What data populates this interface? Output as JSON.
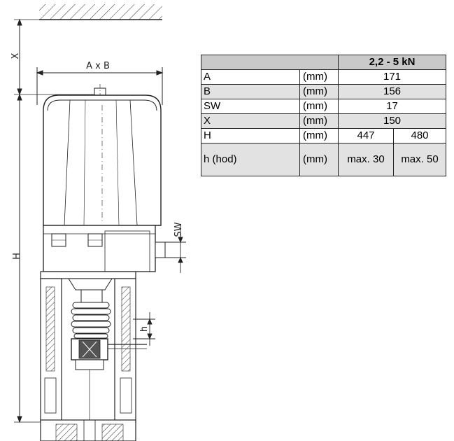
{
  "drawing": {
    "labels": {
      "x": "X",
      "ab": "A x B",
      "h_total": "H",
      "sw": "SW",
      "h_stroke": "h"
    }
  },
  "table": {
    "header": "2,2 - 5 kN",
    "rows": [
      {
        "name": "A",
        "unit": "(mm)",
        "value": "171"
      },
      {
        "name": "B",
        "unit": "(mm)",
        "value": "156"
      },
      {
        "name": "SW",
        "unit": "(mm)",
        "value": "17"
      },
      {
        "name": "X",
        "unit": "(mm)",
        "value": "150"
      },
      {
        "name": "H",
        "unit": "(mm)",
        "value1": "447",
        "value2": "480"
      },
      {
        "name": "h (hod)",
        "unit": "(mm)",
        "value1": "max. 30",
        "value2": "max. 50"
      }
    ]
  }
}
